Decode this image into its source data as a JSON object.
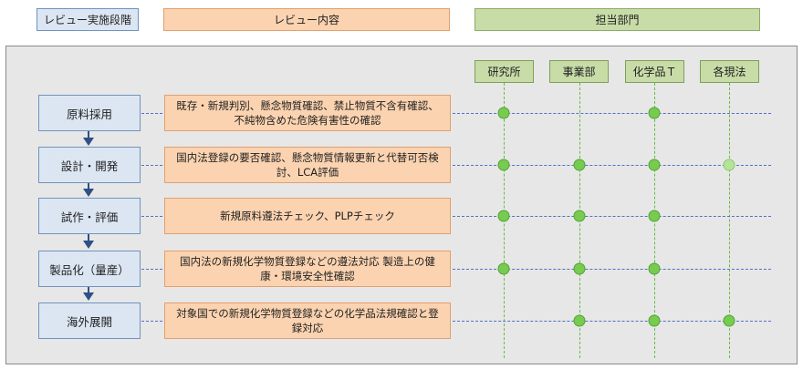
{
  "headers": {
    "stage": "レビュー実施段階",
    "content": "レビュー内容",
    "departments": "担当部門"
  },
  "departments": [
    "研究所",
    "事業部",
    "化学品Ｔ",
    "各現法"
  ],
  "stages": [
    {
      "name": "原料採用",
      "content": "既存・新規判別、懸念物質確認、禁止物質不含有確認、不純物含めた危険有害性の確認",
      "marks": [
        true,
        false,
        true,
        false
      ]
    },
    {
      "name": "設計・開発",
      "content": "国内法登録の要否確認、懸念物質情報更新と代替可否検討、LCA評価",
      "marks": [
        true,
        true,
        true,
        "faint"
      ]
    },
    {
      "name": "試作・評価",
      "content": "新規原料遵法チェック、PLPチェック",
      "marks": [
        true,
        true,
        true,
        false
      ]
    },
    {
      "name": "製品化（量産）",
      "content": "国内法の新規化学物質登録などの遵法対応 製造上の健康・環境安全性確認",
      "marks": [
        true,
        true,
        true,
        false
      ]
    },
    {
      "name": "海外展開",
      "content": "対象国での新規化学物質登録などの化学品法規確認と登録対応",
      "marks": [
        false,
        true,
        true,
        true
      ]
    }
  ]
}
